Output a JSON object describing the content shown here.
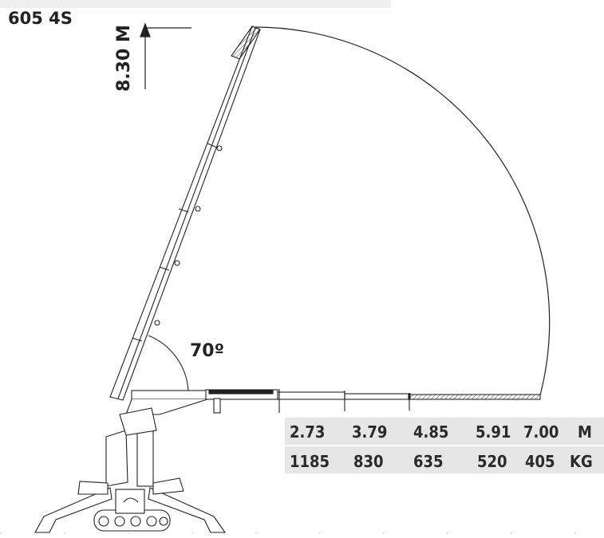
{
  "diagram": {
    "model": "605 4S",
    "height_label": "8.30 M",
    "angle_label": "70º"
  },
  "load_table": {
    "rows": [
      [
        "2.73",
        "3.79",
        "4.85",
        "5.91",
        "7.00",
        "M"
      ],
      [
        "1185",
        "830",
        "635",
        "520",
        "405",
        "KG"
      ]
    ],
    "shade_color": "#e6e6e6"
  }
}
